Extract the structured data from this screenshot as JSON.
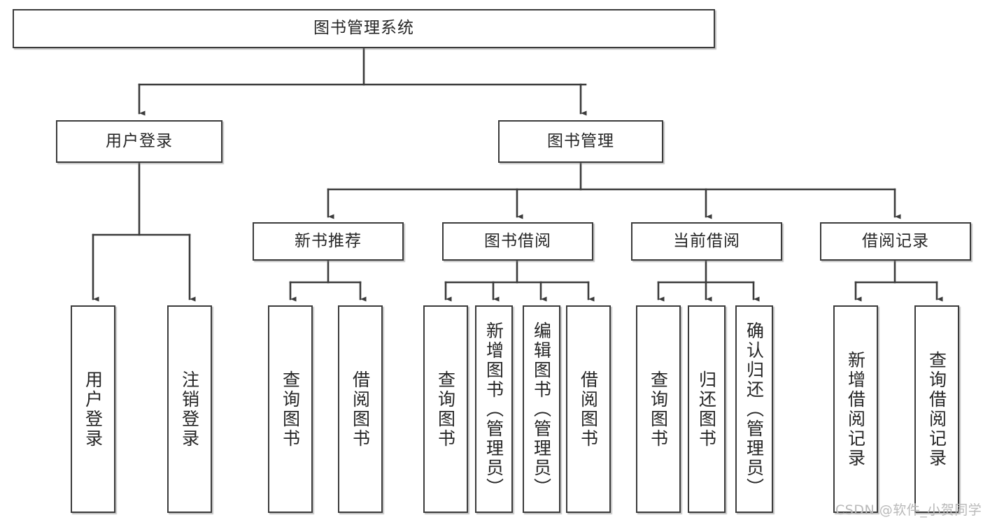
{
  "diagram": {
    "type": "tree",
    "title": "图书管理系统",
    "watermark": "CSDN @软件_小贺同学",
    "colors": {
      "stroke": "#3b3b3b",
      "fill": "#ffffff",
      "text": "#262626",
      "watermark": "#b9b9b9"
    },
    "root": {
      "label": "图书管理系统"
    },
    "level1": [
      {
        "label": "用户登录"
      },
      {
        "label": "图书管理"
      }
    ],
    "level2": [
      {
        "label": "新书推荐"
      },
      {
        "label": "图书借阅"
      },
      {
        "label": "当前借阅"
      },
      {
        "label": "借阅记录"
      }
    ],
    "leaves": {
      "user_login": [
        {
          "label": "用户登录"
        },
        {
          "label": "注销登录"
        }
      ],
      "new_book": [
        {
          "label": "查询图书"
        },
        {
          "label": "借阅图书"
        }
      ],
      "book_borrow": [
        {
          "label": "查询图书"
        },
        {
          "label": "新增图书（管理员）"
        },
        {
          "label": "编辑图书（管理员）"
        },
        {
          "label": "借阅图书"
        }
      ],
      "current_borrow": [
        {
          "label": "查询图书"
        },
        {
          "label": "归还图书"
        },
        {
          "label": "确认归还（管理员）"
        }
      ],
      "borrow_record": [
        {
          "label": "新增借阅记录"
        },
        {
          "label": "查询借阅记录"
        }
      ]
    }
  }
}
